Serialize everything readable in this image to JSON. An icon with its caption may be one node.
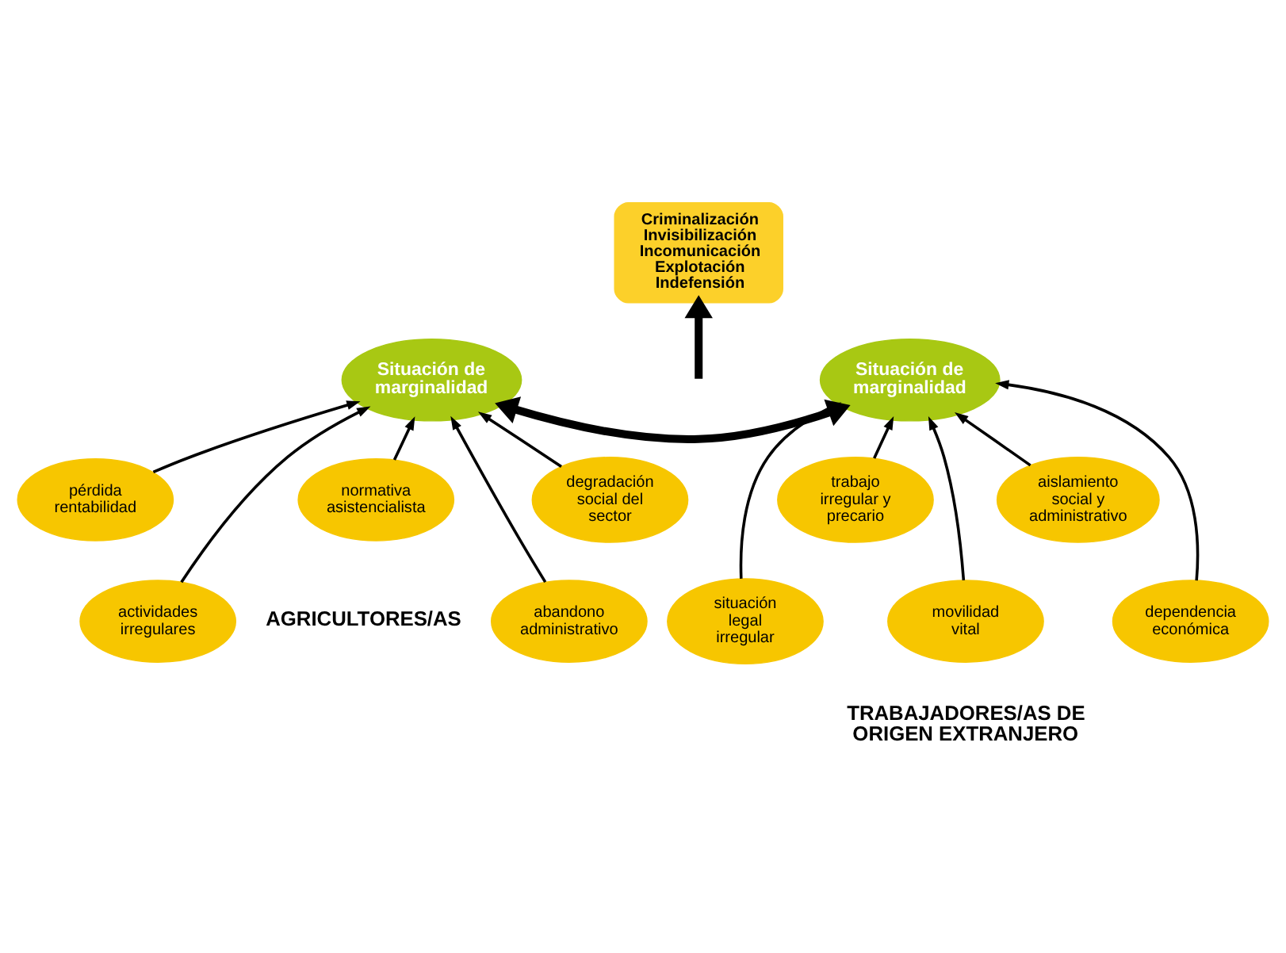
{
  "diagram": {
    "nodes": [
      {
        "text": [
          "Criminalización",
          "Invisibilización",
          "Incomunicación",
          "Explotación",
          "Indefensión"
        ]
      },
      {
        "text": [
          "Situación de marginalidad"
        ]
      },
      {
        "text": [
          "Situación de marginalidad"
        ]
      },
      {
        "text": [
          "pérdida rentabilidad"
        ]
      },
      {
        "text": [
          "actividades irregulares"
        ]
      },
      {
        "text": [
          "normativa asistencialista"
        ]
      },
      {
        "text": [
          "abandono administrativo"
        ]
      },
      {
        "text": [
          "degradación social del sector"
        ]
      },
      {
        "text": [
          "situación legal irregular"
        ]
      },
      {
        "text": [
          "trabajo irregular y precario"
        ]
      },
      {
        "text": [
          "movilidad vital"
        ]
      },
      {
        "text": [
          "aislamiento social y administrativo"
        ]
      },
      {
        "text": [
          "dependencia económica"
        ]
      }
    ],
    "edges": [
      {
        "from": 1,
        "to": 2,
        "arrow": "both",
        "style": "thick"
      },
      {
        "from": null,
        "to": 0,
        "arrow": "to",
        "style": "thick"
      },
      {
        "from": 3,
        "to": 1,
        "arrow": "to"
      },
      {
        "from": 4,
        "to": 1,
        "arrow": "to"
      },
      {
        "from": 5,
        "to": 1,
        "arrow": "to"
      },
      {
        "from": 6,
        "to": 1,
        "arrow": "to"
      },
      {
        "from": 7,
        "to": 1,
        "arrow": "to"
      },
      {
        "from": 8,
        "to": 2,
        "arrow": "to"
      },
      {
        "from": 9,
        "to": 2,
        "arrow": "to"
      },
      {
        "from": 10,
        "to": 2,
        "arrow": "to"
      },
      {
        "from": 11,
        "to": 2,
        "arrow": "to"
      },
      {
        "from": 12,
        "to": 2,
        "arrow": "to"
      }
    ],
    "labels": [
      "AGRICULTORES/AS",
      "TRABAJADORES/AS DE ORIGEN EXTRANJERO"
    ]
  }
}
